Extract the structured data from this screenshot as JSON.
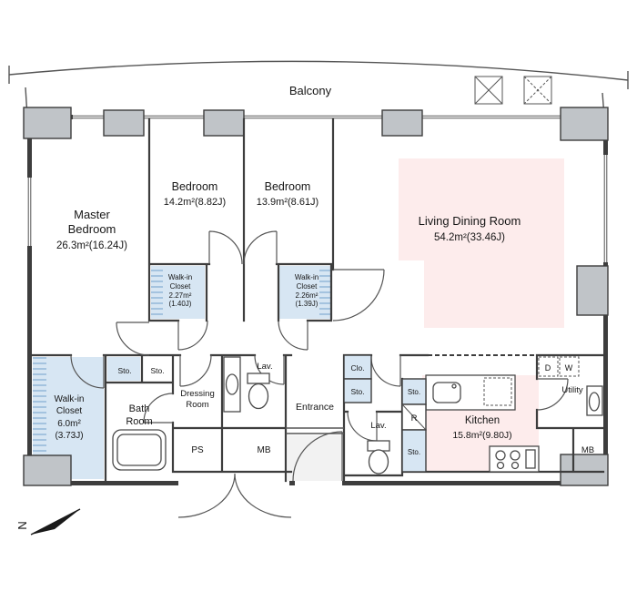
{
  "balcony": {
    "label": "Balcony"
  },
  "rooms": {
    "master_bedroom": {
      "name_line1": "Master",
      "name_line2": "Bedroom",
      "area": "26.3m²(16.24J)"
    },
    "bedroom_2": {
      "name": "Bedroom",
      "area": "14.2m²(8.82J)"
    },
    "bedroom_3": {
      "name": "Bedroom",
      "area": "13.9m²(8.61J)"
    },
    "living_dining": {
      "name": "Living Dining Room",
      "area": "54.2m²(33.46J)"
    },
    "kitchen": {
      "name": "Kitchen",
      "area": "15.8m²(9.80J)"
    },
    "walk_in_closet_1": {
      "name_line1": "Walk-in",
      "name_line2": "Closet",
      "area_line1": "2.27m²",
      "area_line2": "(1.40J)"
    },
    "walk_in_closet_2": {
      "name_line1": "Walk-in",
      "name_line2": "Closet",
      "area_line1": "2.26m²",
      "area_line2": "(1.39J)"
    },
    "walk_in_closet_3": {
      "name_line1": "Walk-in",
      "name_line2": "Closet",
      "area_line1": "6.0m²",
      "area_line2": "(3.73J)"
    },
    "bath": {
      "name_line1": "Bath",
      "name_line2": "Room"
    },
    "dressing": {
      "name_line1": "Dressing",
      "name_line2": "Room"
    },
    "entrance": {
      "name": "Entrance"
    },
    "utility": {
      "name": "Utility"
    },
    "lavatory_1": {
      "name": "Lav."
    },
    "lavatory_2": {
      "name": "Lav."
    }
  },
  "labels": {
    "sto_1": "Sto.",
    "sto_2": "Sto.",
    "sto_3": "Sto.",
    "sto_4": "Sto.",
    "sto_5": "Sto.",
    "clo": "Clo.",
    "ps": "PS",
    "mb_1": "MB",
    "mb_2": "MB",
    "r": "R",
    "d": "D",
    "w": "W"
  },
  "compass": {
    "letter": "N"
  },
  "colors": {
    "room_pink": "#fdecec",
    "closet_blue": "#d7e6f3",
    "wall": "#3d3d3d",
    "column_gray": "#c0c4c8"
  }
}
